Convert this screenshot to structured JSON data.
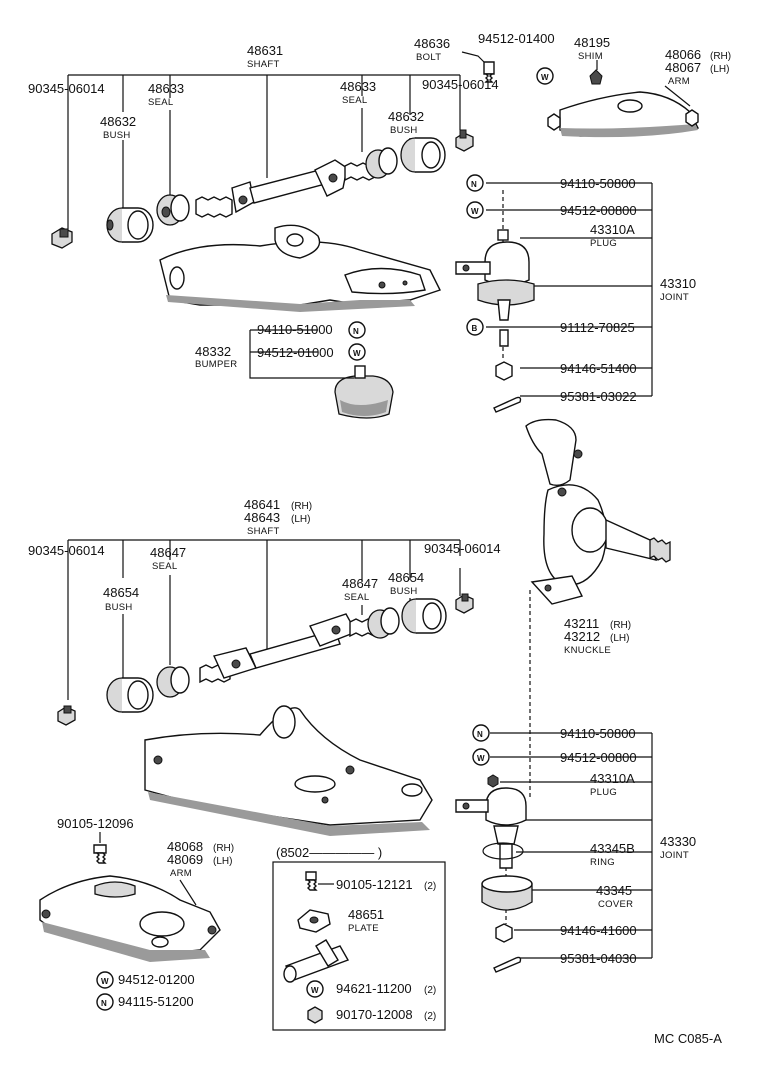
{
  "diagram": {
    "code": "MC  C085-A",
    "upper_arm_group": {
      "shaft": {
        "number": "48631",
        "name": "SHAFT"
      },
      "bolt_left": {
        "number": "90345-06014"
      },
      "bush_left": {
        "number": "48632",
        "name": "BUSH"
      },
      "seal_left": {
        "number": "48633",
        "name": "SEAL"
      },
      "seal_right": {
        "number": "48633",
        "name": "SEAL"
      },
      "bush_right": {
        "number": "48632",
        "name": "BUSH"
      },
      "bolt_right": {
        "number": "90345-06014"
      },
      "bumper": {
        "number": "48332",
        "name": "BUMPER"
      },
      "bumper_nut": {
        "number": "94110-51000",
        "symbol": "N"
      },
      "bumper_washer": {
        "number": "94512-01000",
        "symbol": "W"
      }
    },
    "upper_arm_top": {
      "bolt": {
        "number": "48636",
        "name": "BOLT"
      },
      "washer": {
        "number": "94512-01400",
        "symbol": "W"
      },
      "shim": {
        "number": "48195",
        "name": "SHIM"
      },
      "arm_rh": {
        "number": "48066",
        "side": "(RH)"
      },
      "arm_lh": {
        "number": "48067",
        "side": "(LH)",
        "name": "ARM"
      }
    },
    "upper_joint_group": {
      "nut": {
        "number": "94110-50800",
        "symbol": "N"
      },
      "washer": {
        "number": "94512-00800",
        "symbol": "W"
      },
      "plug": {
        "number": "43310A",
        "name": "PLUG"
      },
      "joint": {
        "number": "43310",
        "name": "JOINT"
      },
      "bolt": {
        "number": "91112-70825",
        "symbol": "B"
      },
      "castle_nut": {
        "number": "94146-51400"
      },
      "cotter_pin": {
        "number": "95381-03022"
      }
    },
    "knuckle": {
      "number_rh": "43211",
      "side_rh": "(RH)",
      "number_lh": "43212",
      "side_lh": "(LH)",
      "name": "KNUCKLE"
    },
    "lower_arm_group": {
      "shaft_rh": {
        "number": "48641",
        "side": "(RH)"
      },
      "shaft_lh": {
        "number": "48643",
        "side": "(LH)",
        "name": "SHAFT"
      },
      "bolt_left": {
        "number": "90345-06014"
      },
      "seal_left": {
        "number": "48647",
        "name": "SEAL"
      },
      "bush_left": {
        "number": "48654",
        "name": "BUSH"
      },
      "seal_right": {
        "number": "48647",
        "name": "SEAL"
      },
      "bush_right": {
        "number": "48654",
        "name": "BUSH"
      },
      "bolt_right": {
        "number": "90345-06014"
      }
    },
    "lower_arm_bottom": {
      "bolt": {
        "number": "90105-12096"
      },
      "arm_rh": {
        "number": "48068",
        "side": "(RH)"
      },
      "arm_lh": {
        "number": "48069",
        "side": "(LH)",
        "name": "ARM"
      },
      "washer": {
        "number": "94512-01200",
        "symbol": "W"
      },
      "nut": {
        "number": "94115-51200",
        "symbol": "N"
      }
    },
    "inset_8502": {
      "title": "(8502————— )",
      "bolt": {
        "number": "90105-12121",
        "qty": "(2)"
      },
      "plate": {
        "number": "48651",
        "name": "PLATE"
      },
      "washer": {
        "number": "94621-11200",
        "symbol": "W",
        "qty": "(2)"
      },
      "nut": {
        "number": "90170-12008",
        "qty": "(2)"
      }
    },
    "lower_joint_group": {
      "nut": {
        "number": "94110-50800",
        "symbol": "N"
      },
      "washer": {
        "number": "94512-00800",
        "symbol": "W"
      },
      "plug": {
        "number": "43310A",
        "name": "PLUG"
      },
      "joint": {
        "number": "43330",
        "name": "JOINT"
      },
      "ring": {
        "number": "43345B",
        "name": "RING"
      },
      "cover": {
        "number": "43345",
        "name": "COVER"
      },
      "castle_nut": {
        "number": "94146-41600"
      },
      "cotter_pin": {
        "number": "95381-04030"
      }
    }
  }
}
